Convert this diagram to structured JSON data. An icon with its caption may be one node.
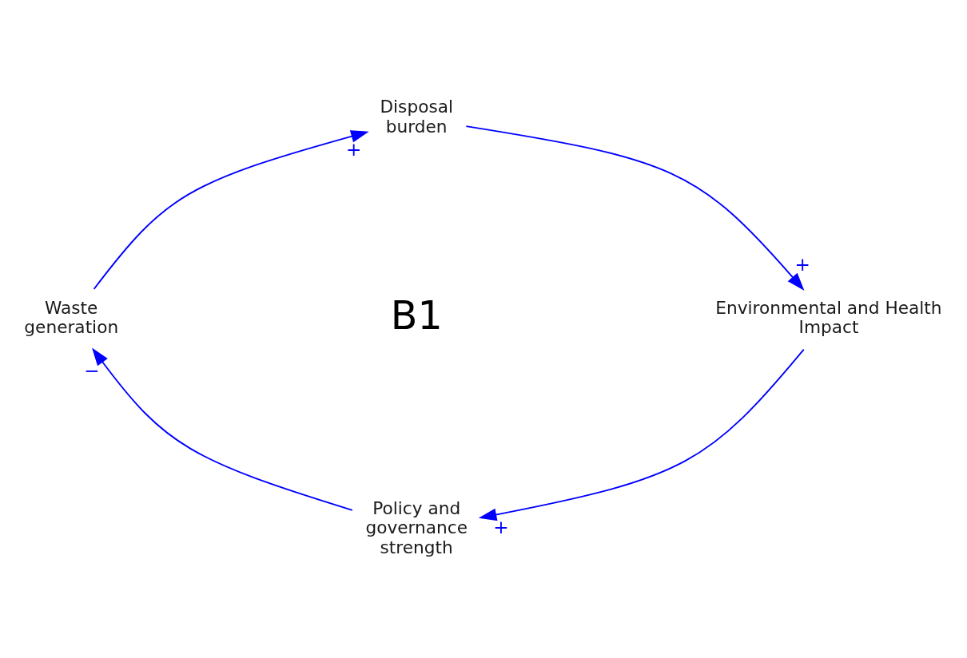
{
  "diagram": {
    "nodes": [
      {
        "text": [
          "Disposal burden"
        ]
      },
      {
        "text": [
          "Waste generation"
        ]
      },
      {
        "text": [
          "Environmental and Health Impact"
        ]
      },
      {
        "text": [
          "Policy and governance strength"
        ]
      }
    ],
    "edges": [
      {
        "from": 1,
        "to": 0,
        "arrow": "to",
        "label": "+"
      },
      {
        "from": 0,
        "to": 2,
        "arrow": "to",
        "label": "+"
      },
      {
        "from": 2,
        "to": 3,
        "arrow": "to",
        "label": "+"
      },
      {
        "from": 3,
        "to": 1,
        "arrow": "to",
        "label": "−"
      }
    ],
    "labels": [
      "B1"
    ]
  }
}
